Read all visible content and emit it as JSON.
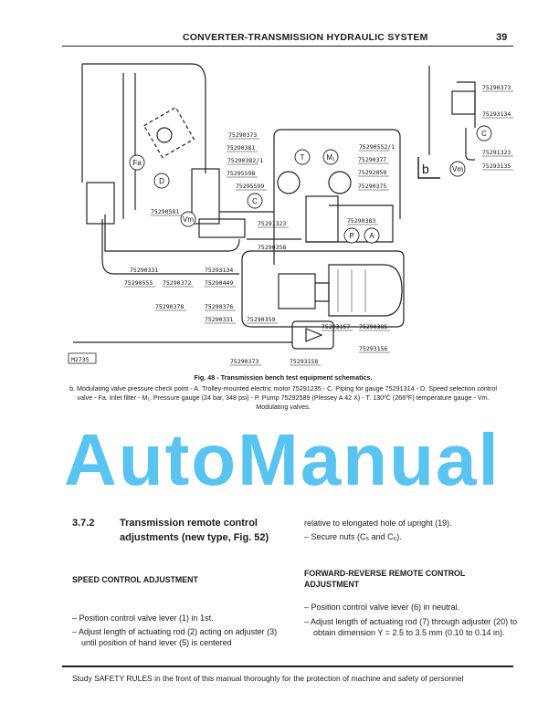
{
  "header": {
    "title": "CONVERTER-TRANSMISSION HYDRAULIC SYSTEM",
    "page_number": "39"
  },
  "figure": {
    "id_label": "M2735",
    "inset_letter": "b",
    "callouts": {
      "Fa": "Fa",
      "D": "D",
      "T": "T",
      "M1": "M₁",
      "C": "C",
      "Vm": "Vm",
      "P": "P",
      "A": "A"
    },
    "parts": [
      "75290373",
      "75290381",
      "75290382/1",
      "75295598",
      "75295599",
      "75290581",
      "75291323",
      "75290358",
      "75290552/1",
      "75290377",
      "75292850",
      "75290375",
      "75290383",
      "75290331",
      "75290555",
      "75290372",
      "75293134",
      "75290449",
      "75290378",
      "75290376",
      "75290331",
      "75290359",
      "75293157",
      "75290385",
      "75293156",
      "75290373",
      "75293158"
    ],
    "inset_parts": [
      "75290373",
      "75293134",
      "75291323",
      "75293135"
    ],
    "caption_title": "Fig. 48 - Transmission bench test equipment schematics.",
    "caption_body": "b. Modulating valve pressure check point - A. Trolley-mounted electric motor 75291235 - C. Piping for gauge 75291314 - D. Speed selection control valve - Fa. Inlet filter - M₁. Pressure gauge (24 bar, 348 psi) - P. Pump 75292589 (Plessey A 42 X) - T. 130ºC (266ºF) temperature gauge - Vm. Modulating valves."
  },
  "section": {
    "number": "3.7.2",
    "title_line1": "Transmission remote control",
    "title_line2": "adjustments (new type, Fig. 52)"
  },
  "left": {
    "subheading": "SPEED CONTROL ADJUSTMENT",
    "items": [
      "– Position control valve lever (1) in 1st.",
      "– Adjust length of actuating rod (2) acting on adjuster (3) until position of hand lever (5) is centered"
    ]
  },
  "right": {
    "cont": "relative to elongated hole of upright (19).",
    "secure": "– Secure nuts (C₅ and C₆).",
    "subheading": "FORWARD-REVERSE REMOTE CONTROL ADJUSTMENT",
    "items": [
      "– Position control valve lever (6) in neutral.",
      "– Adjust length of actuating rod (7) through adjuster (20) to obtain dimension Y = 2.5 to 3.5 mm (0.10 to 0.14 in)."
    ]
  },
  "footer": {
    "text": "Study SAFETY RULES in the front of this manual thoroughly for the protection of machine and safety of personnel"
  },
  "watermark": "AutoManual"
}
